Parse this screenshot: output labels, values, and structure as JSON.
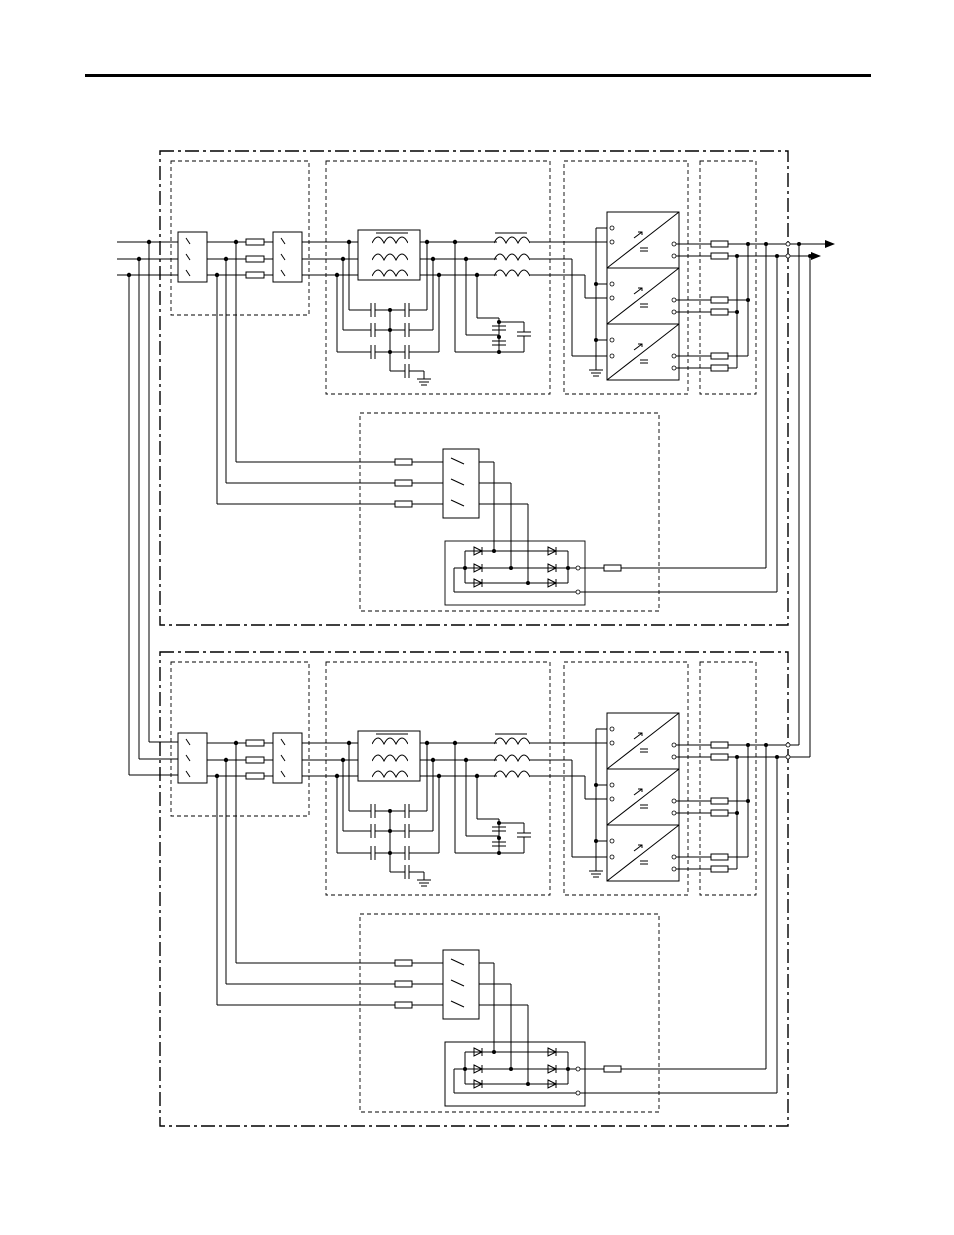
{
  "page": {
    "header_rule_color": "#000000"
  },
  "diagram": {
    "type": "electrical-schematic",
    "line_color": "#000000",
    "background": "#ffffff",
    "units": [
      {
        "id": "unit-1"
      },
      {
        "id": "unit-2"
      }
    ],
    "sections_per_unit": [
      "input-switch-section",
      "filter-section",
      "converter-section",
      "output-fuse-section",
      "precharge-section"
    ]
  }
}
